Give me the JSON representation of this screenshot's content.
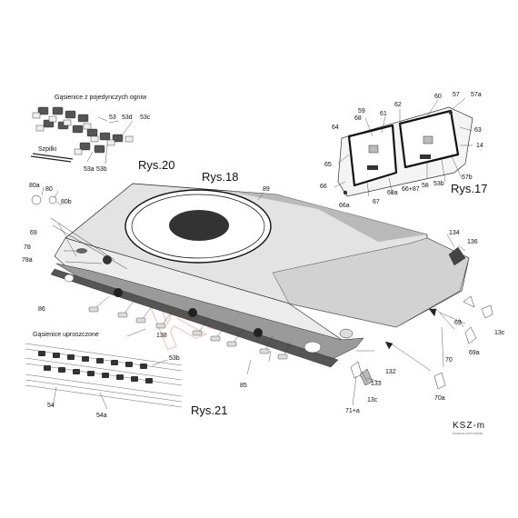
{
  "watermark": "KSZ-m",
  "titles": {
    "rys17": "Rys.17",
    "rys18": "Rys.18",
    "rys20": "Rys.20",
    "rys21": "Rys.21"
  },
  "sections": {
    "tracks_individual": "Gąsienice z pojedynczych ogniw",
    "pins": "Szpilki",
    "tracks_simplified": "Gąsienice uproszczone"
  },
  "labels": {
    "l53": "53",
    "l53d": "53d",
    "l53c": "53c",
    "l53a": "53a",
    "l53b": "53b",
    "l80a": "80a",
    "l80": "80",
    "l80b": "80b",
    "l69": "69",
    "l78": "78",
    "l78a": "78a",
    "l86": "86",
    "l89": "89",
    "l138": "138",
    "l85": "85",
    "l53b_2": "53b",
    "l54": "54",
    "l54a": "54a",
    "l134": "134",
    "l136": "136",
    "l69_2": "69",
    "l13c": "13c",
    "l69a": "69a",
    "l70": "70",
    "l70a": "70a",
    "l132": "132",
    "l133": "133",
    "l13c_2": "13c",
    "l71a": "71+a",
    "l59": "59",
    "l68": "68",
    "l61": "61",
    "l62": "62",
    "l60": "60",
    "l57": "57",
    "l57a": "57a",
    "l64": "64",
    "l63": "63",
    "l14": "14",
    "l65": "65",
    "l66": "66",
    "l66a": "66a",
    "l67": "67",
    "l68a": "68a",
    "l6687": "66+87",
    "l58": "58",
    "l53b_3": "53b",
    "l57b": "57b"
  },
  "logo": {
    "text": "KSZ-m",
    "subtitle": "MODELE KARTONOWE"
  }
}
